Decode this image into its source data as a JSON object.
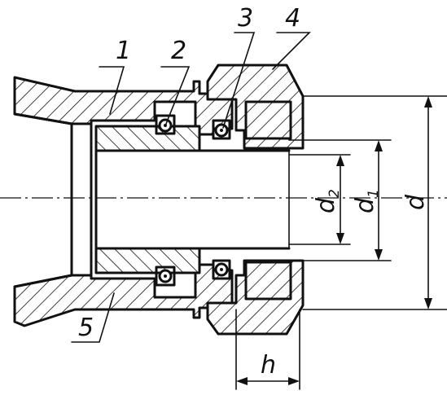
{
  "parts": {
    "part_1": "1",
    "part_2": "2",
    "part_3": "3",
    "part_4": "4",
    "part_5": "5"
  },
  "dimensions": {
    "d": "d",
    "d1_main": "d",
    "d1_sub": "1",
    "d2_main": "d",
    "d2_sub": "2",
    "h": "h"
  }
}
